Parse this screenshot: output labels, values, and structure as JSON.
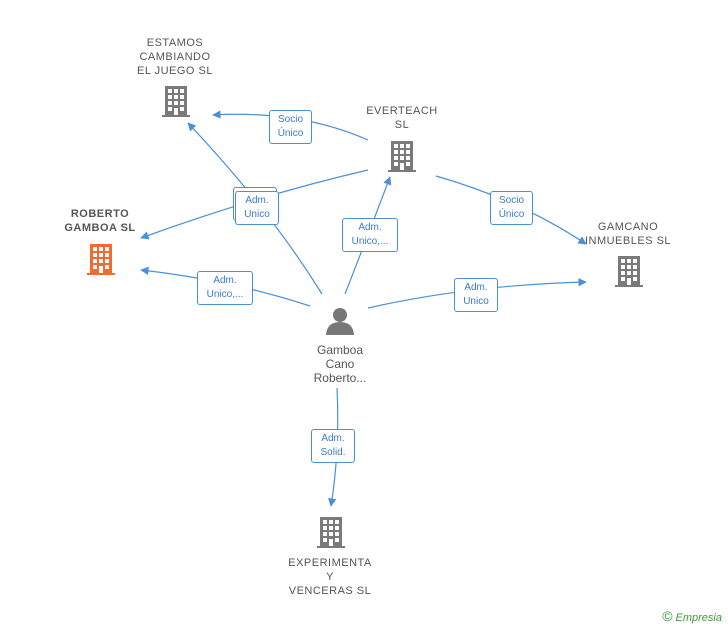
{
  "nodes": {
    "estamos": {
      "lines": [
        "ESTAMOS",
        "CAMBIANDO",
        "EL JUEGO  SL"
      ]
    },
    "everteach": {
      "lines": [
        "EVERTEACH",
        "SL"
      ]
    },
    "roberto": {
      "lines": [
        "ROBERTO",
        "GAMBOA  SL"
      ]
    },
    "gamcano": {
      "lines": [
        "GAMCANO",
        "INMUEBLES  SL"
      ]
    },
    "person": {
      "lines": [
        "Gamboa",
        "Cano",
        "Roberto..."
      ]
    },
    "experimenta": {
      "lines": [
        "EXPERIMENTA",
        "Y",
        "VENCERAS  SL"
      ]
    }
  },
  "edges": {
    "socio_unico_estamos": [
      "Socio",
      "Único"
    ],
    "adm_unico_estamos": [
      "Adm.",
      "Unico"
    ],
    "adm_unico_everteach": [
      "Adm.",
      "Unico,..."
    ],
    "socio_unico_gamcano": [
      "Socio",
      "Único"
    ],
    "adm_unico_roberto": [
      "Adm.",
      "Unico,..."
    ],
    "adm_unico_gamcano": [
      "Adm.",
      "Unico"
    ],
    "adm_solid_experimenta": [
      "Adm.",
      "Solid."
    ]
  },
  "footer": {
    "copyright": "©",
    "brand": "Empresia"
  },
  "colors": {
    "edge": "#4a90d9",
    "building": "#7a7a7a",
    "highlight": "#f26a2e",
    "person": "#777777"
  }
}
